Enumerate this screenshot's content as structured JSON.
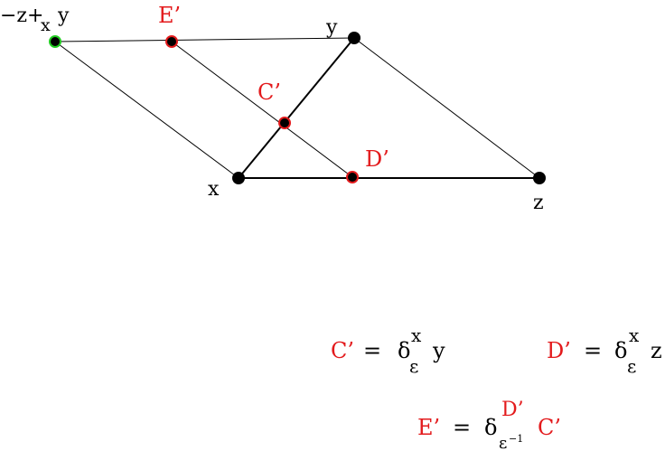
{
  "colors": {
    "red": "#e31a1c",
    "black": "#000000",
    "green": "#22cc22"
  },
  "points": {
    "x_minus_z_plus_y": {
      "label_a": "−z+",
      "label_sub": "x",
      "label_b": "y"
    },
    "E_prime": {
      "label": "E’"
    },
    "y": {
      "label": "y"
    },
    "C_prime": {
      "label": "C’"
    },
    "D_prime": {
      "label": "D’"
    },
    "x": {
      "label": "x"
    },
    "z": {
      "label": "z"
    }
  },
  "formulas": {
    "c": {
      "lhs": "C’",
      "eq": "=",
      "delta": "δ",
      "sup": "x",
      "sub": "ε",
      "arg": "y"
    },
    "d": {
      "lhs": "D’",
      "eq": "=",
      "delta": "δ",
      "sup": "x",
      "sub": "ε",
      "arg": "z"
    },
    "e": {
      "lhs": "E’",
      "eq": "=",
      "delta": "δ",
      "sup": "D’",
      "sub": "ε",
      "sub_exp": "−1",
      "arg": "C’"
    }
  }
}
